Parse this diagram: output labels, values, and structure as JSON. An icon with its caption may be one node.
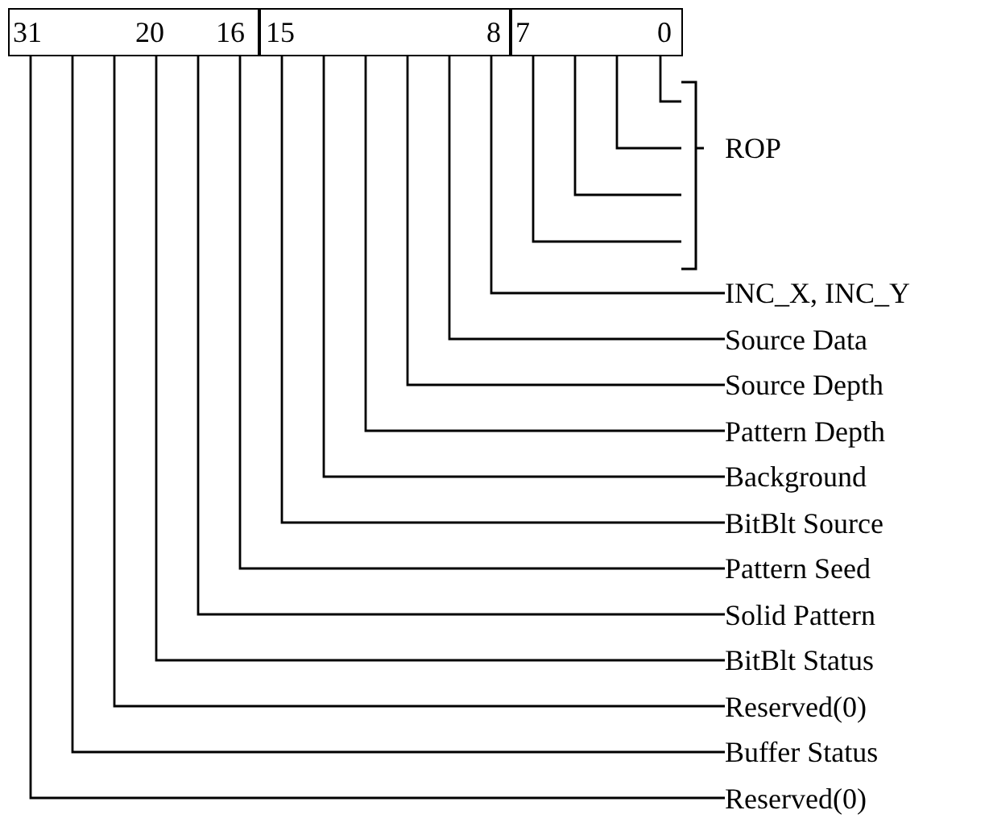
{
  "diagram": {
    "nodes": [
      {
        "text": [
          "31",
          "20",
          "16"
        ]
      },
      {
        "text": [
          "15",
          "8"
        ]
      },
      {
        "text": [
          "7",
          "0"
        ]
      },
      {
        "text": [
          "ROP"
        ]
      },
      {
        "text": [
          "INC_X, INC_Y"
        ]
      },
      {
        "text": [
          "Source Data"
        ]
      },
      {
        "text": [
          "Source Depth"
        ]
      },
      {
        "text": [
          "Pattern Depth"
        ]
      },
      {
        "text": [
          "Background"
        ]
      },
      {
        "text": [
          "BitBlt Source"
        ]
      },
      {
        "text": [
          "Pattern Seed"
        ]
      },
      {
        "text": [
          "Solid Pattern"
        ]
      },
      {
        "text": [
          "BitBlt Status"
        ]
      },
      {
        "text": [
          "Reserved(0)"
        ]
      },
      {
        "text": [
          "Buffer Status"
        ]
      },
      {
        "text": [
          "Reserved(0)"
        ]
      }
    ],
    "edges": [
      {
        "from": 3,
        "to": 2,
        "arrow": "none"
      },
      {
        "from": 3,
        "to": 2,
        "arrow": "none"
      },
      {
        "from": 3,
        "to": 2,
        "arrow": "none"
      },
      {
        "from": 3,
        "to": 2,
        "arrow": "none"
      },
      {
        "from": 4,
        "to": 1,
        "arrow": "none"
      },
      {
        "from": 5,
        "to": 1,
        "arrow": "none"
      },
      {
        "from": 6,
        "to": 1,
        "arrow": "none"
      },
      {
        "from": 7,
        "to": 1,
        "arrow": "none"
      },
      {
        "from": 8,
        "to": 1,
        "arrow": "none"
      },
      {
        "from": 9,
        "to": 1,
        "arrow": "none"
      },
      {
        "from": 10,
        "to": 0,
        "arrow": "none"
      },
      {
        "from": 11,
        "to": 0,
        "arrow": "none"
      },
      {
        "from": 12,
        "to": 0,
        "arrow": "none"
      },
      {
        "from": 13,
        "to": 0,
        "arrow": "none"
      },
      {
        "from": 14,
        "to": 0,
        "arrow": "none"
      },
      {
        "from": 15,
        "to": 0,
        "arrow": "none"
      }
    ]
  }
}
